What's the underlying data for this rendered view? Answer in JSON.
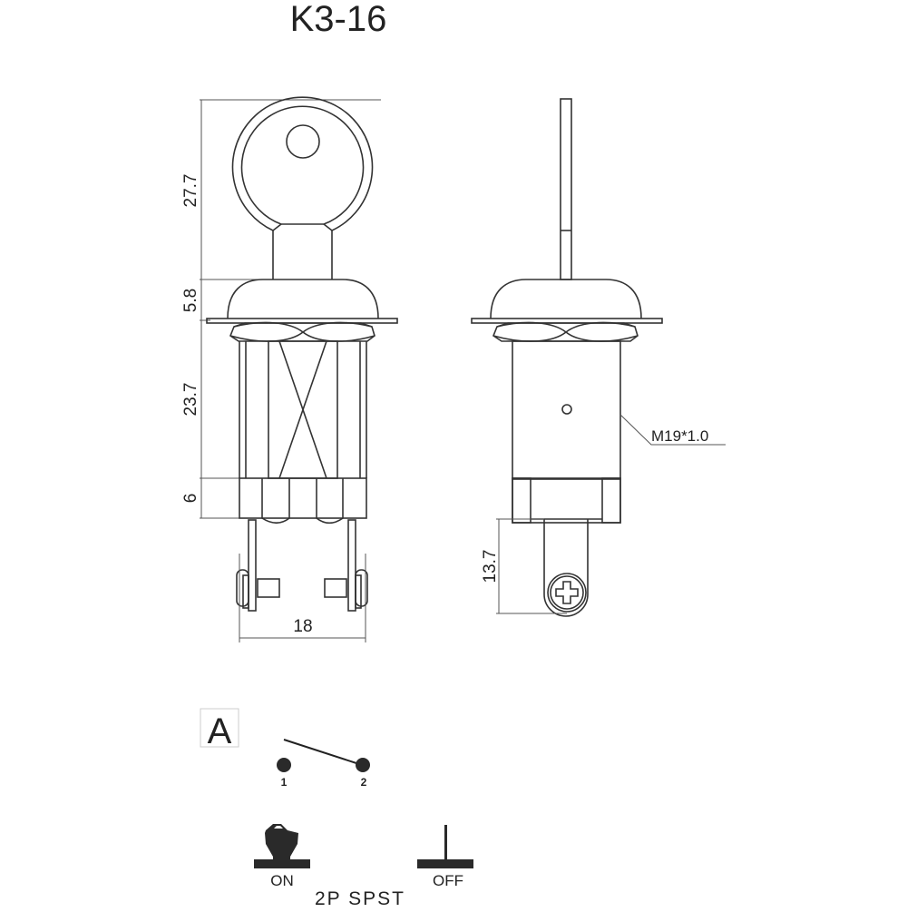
{
  "title": "K3-16",
  "front_view": {
    "dimensions": {
      "key_height": "27.7",
      "cap_height": "5.8",
      "body_height": "23.7",
      "base_height": "6",
      "width": "18"
    }
  },
  "side_view": {
    "dimensions": {
      "terminal_length": "13.7"
    },
    "thread_callout": "M19*1.0"
  },
  "schematic": {
    "type_label": "A",
    "terminals": [
      "1",
      "2"
    ]
  },
  "positions": {
    "on_label": "ON",
    "off_label": "OFF"
  },
  "switch_type": "2P SPST",
  "colors": {
    "line": "#333333",
    "background": "#ffffff",
    "symbol_fill": "#2a2a2a"
  }
}
